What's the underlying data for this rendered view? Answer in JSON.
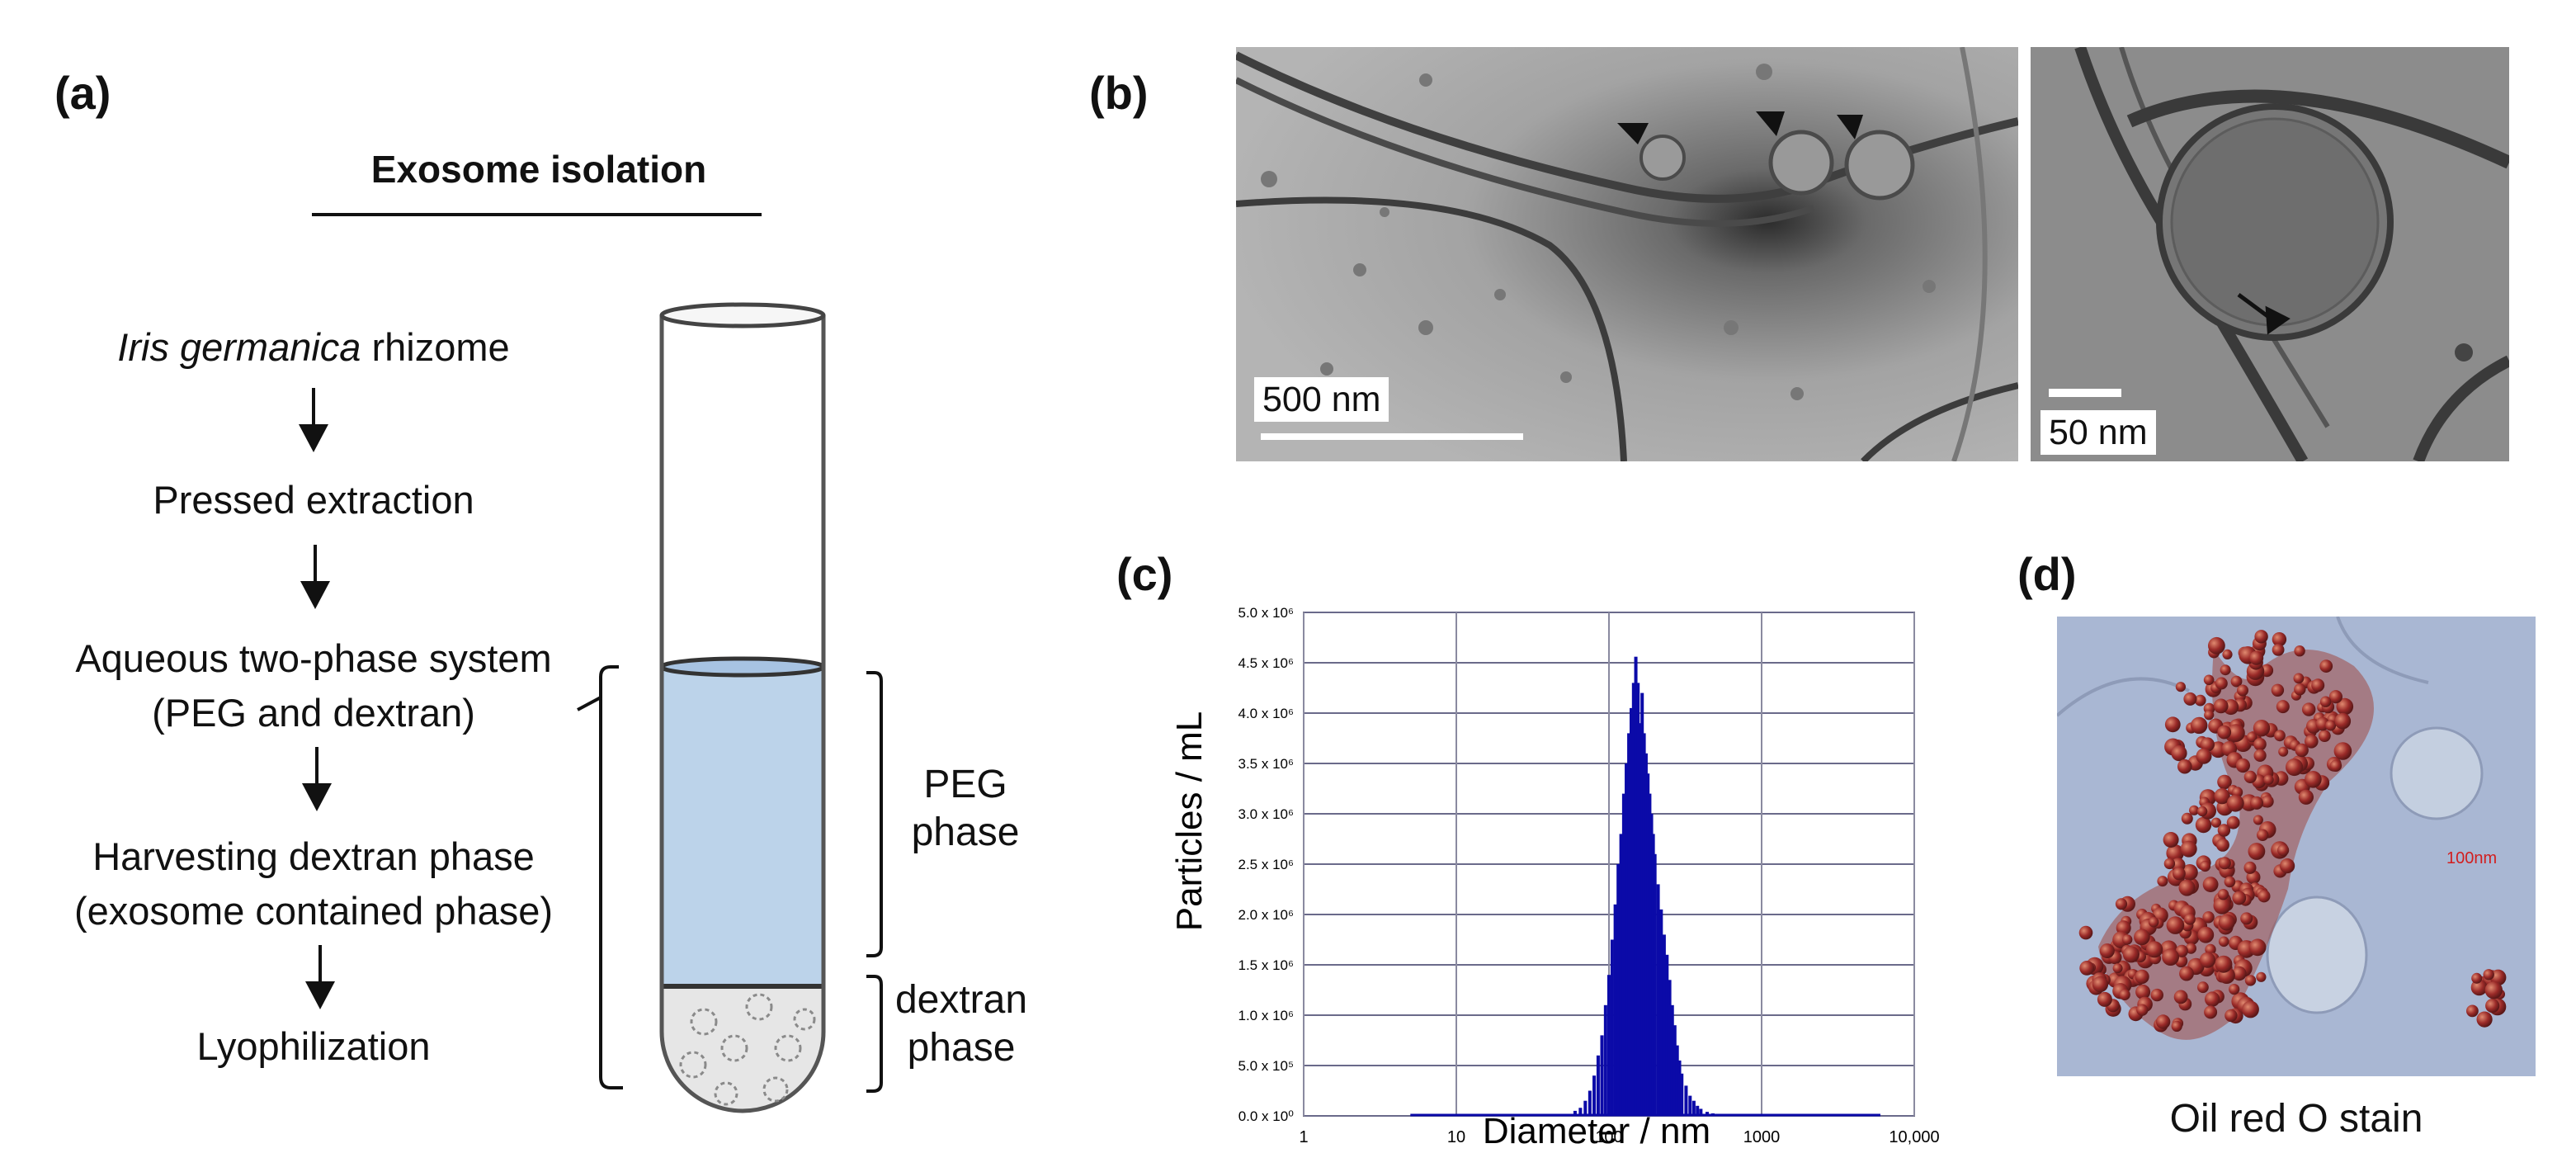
{
  "panels": {
    "a": {
      "label": "(a)",
      "title": "Exosome isolation",
      "steps": [
        {
          "italic": "Iris germanica",
          "text": " rhizome"
        },
        {
          "text": "Pressed extraction"
        },
        {
          "text": "Aqueous two-phase system",
          "text2": "(PEG and dextran)"
        },
        {
          "text": "Harvesting dextran phase",
          "text2": "(exosome contained phase)"
        },
        {
          "text": "Lyophilization"
        }
      ],
      "peg_label": [
        "PEG",
        "phase"
      ],
      "dextran_label": [
        "dextran",
        "phase"
      ],
      "colors": {
        "peg": "#bcd3ea",
        "dextran": "#e6e6e6"
      }
    },
    "b": {
      "label": "(b)",
      "scale_left": "500 nm",
      "scale_right": "50 nm"
    },
    "c": {
      "label": "(c)"
    },
    "d": {
      "label": "(d)",
      "caption": "Oil red O stain",
      "inset_text": "100nm"
    }
  },
  "chart_data": {
    "type": "bar",
    "title": "",
    "xlabel": "Diameter / nm",
    "ylabel": "Particles / mL",
    "x_scale": "log",
    "xlim": [
      1,
      10000
    ],
    "ylim": [
      0,
      5000000
    ],
    "x_ticks": [
      "1",
      "10",
      "100",
      "1000",
      "10,000"
    ],
    "y_ticks": [
      "0.0 x 10⁰",
      "5.0 x 10⁵",
      "1.0 x 10⁶",
      "1.5 x 10⁶",
      "2.0 x 10⁶",
      "2.5 x 10⁶",
      "3.0 x 10⁶",
      "3.5 x 10⁶",
      "4.0 x 10⁶",
      "4.5 x 10⁶",
      "5.0 x 10⁶"
    ],
    "grid": true,
    "color": "#0b0aa8",
    "series": [
      {
        "x": [
          60,
          65,
          70,
          75,
          80,
          85,
          90,
          95,
          100,
          105,
          110,
          115,
          120,
          125,
          130,
          135,
          140,
          145,
          150,
          155,
          160,
          165,
          170,
          175,
          180,
          185,
          190,
          195,
          200,
          210,
          220,
          230,
          240,
          250,
          260,
          270,
          280,
          290,
          300,
          320,
          340,
          360,
          380,
          400,
          440,
          480,
          520
        ],
        "y": [
          50000,
          80000,
          150000,
          250000,
          400000,
          600000,
          800000,
          1100000,
          1400000,
          1750000,
          2100000,
          2500000,
          2800000,
          3200000,
          3500000,
          3800000,
          4050000,
          4300000,
          4560000,
          4300000,
          3900000,
          4200000,
          3800000,
          3600000,
          3400000,
          3200000,
          3000000,
          2800000,
          2600000,
          2300000,
          2050000,
          1800000,
          1600000,
          1350000,
          1100000,
          900000,
          700000,
          550000,
          420000,
          300000,
          200000,
          150000,
          100000,
          70000,
          40000,
          25000,
          10000
        ]
      }
    ]
  }
}
